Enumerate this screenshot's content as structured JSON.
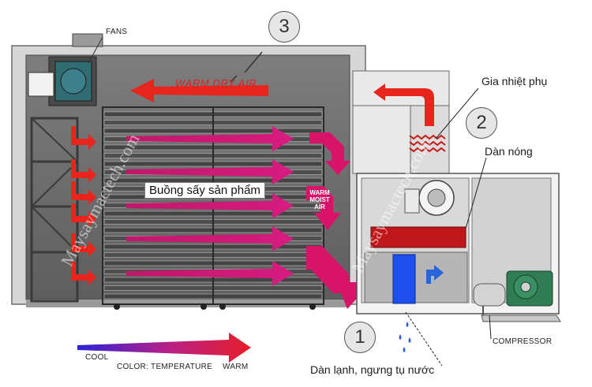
{
  "labels": {
    "fans": "FANS",
    "warm_dry_air": "WARM DRY AIR",
    "chamber": "Buồng sấy sản phẩm",
    "warm_moist_air": [
      "WARM",
      "MOIST",
      "AIR"
    ],
    "auxiliary_heater": "Gia nhiệt phụ",
    "condenser": "Dàn nóng",
    "evaporator": "Dàn lạnh, ngưng tụ nước",
    "compressor": "COMPRESSOR",
    "cool": "COOL",
    "warm": "WARM",
    "color_temperature": "COLOR: TEMPERATURE"
  },
  "callouts": [
    "1",
    "2",
    "3"
  ],
  "watermark": "Maysaymactech.com",
  "colors": {
    "hot_red": "#e8251d",
    "cool_blue": "#3a1dd6",
    "magenta": "#d5156b",
    "heater_coil": "#c81818",
    "evaporator_blue": "#1e4ff0",
    "frame_gray": "#8a8a8a"
  }
}
